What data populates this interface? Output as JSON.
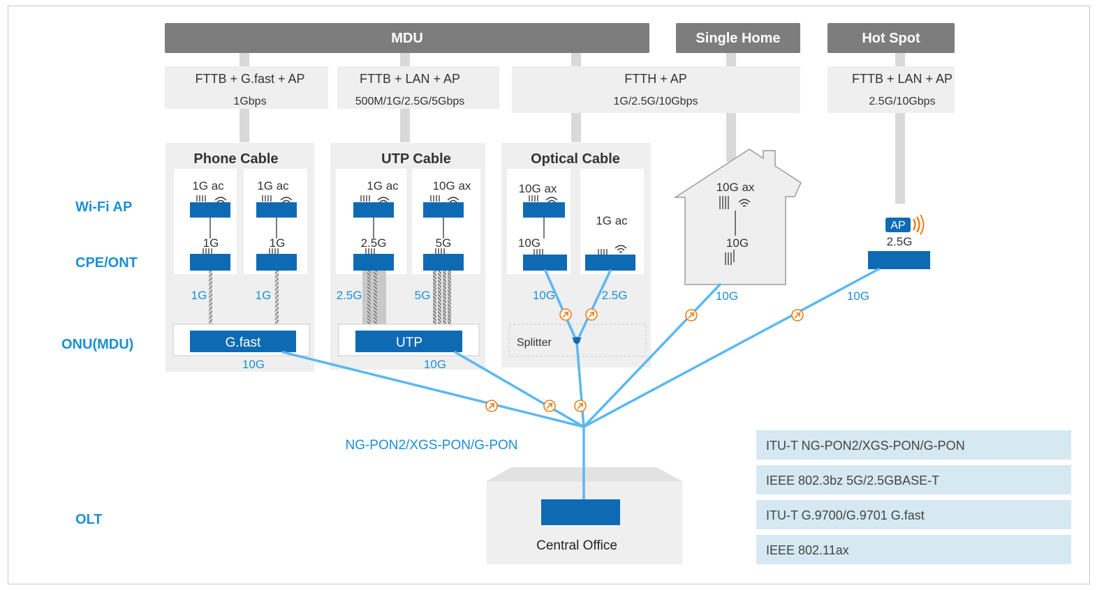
{
  "headers": {
    "mdu": "MDU",
    "single_home": "Single Home",
    "hot_spot": "Hot Spot"
  },
  "services": [
    {
      "name": "FTTB + G.fast + AP",
      "speed": "1Gbps"
    },
    {
      "name": "FTTB + LAN + AP",
      "speed": "500M/1G/2.5G/5Gbps"
    },
    {
      "name": "FTTH + AP",
      "speed": "1G/2.5G/10Gbps"
    },
    {
      "name": "FTTB + LAN + AP",
      "speed": "2.5G/10Gbps"
    }
  ],
  "row_labels": {
    "wifi_ap": "Wi-Fi AP",
    "cpe_ont": "CPE/ONT",
    "onu_mdu": "ONU(MDU)",
    "olt": "OLT"
  },
  "groups": {
    "phone": {
      "title": "Phone Cable",
      "ap_labels": [
        "1G ac",
        "1G ac"
      ],
      "cpe_labels": [
        "1G",
        "1G"
      ],
      "link_labels": [
        "1G",
        "1G"
      ],
      "onu_label": "G.fast",
      "uplink": "10G"
    },
    "utp": {
      "title": "UTP Cable",
      "ap_labels": [
        "1G ac",
        "10G ax"
      ],
      "cpe_labels": [
        "2.5G",
        "5G"
      ],
      "link_labels": [
        "2.5G",
        "5G"
      ],
      "onu_label": "UTP",
      "uplink": "10G"
    },
    "optical": {
      "title": "Optical Cable",
      "ap_labels": [
        "10G ax",
        "1G  ac"
      ],
      "cpe_labels": [
        "10G"
      ],
      "link_labels": [
        "10G",
        "2.5G"
      ],
      "splitter": "Splitter"
    },
    "home": {
      "ap_label": "10G ax",
      "cpe_label": "10G",
      "link_label": "10G"
    },
    "hotspot": {
      "ap_badge": "AP",
      "cpe_label": "2.5G",
      "link_label": "10G"
    }
  },
  "pon_label": "NG-PON2/XGS-PON/G-PON",
  "central_office": "Central Office",
  "standards": [
    "ITU-T NG-PON2/XGS-PON/G-PON",
    "IEEE 802.3bz 5G/2.5GBASE-T",
    "ITU-T G.9700/G.9701  G.fast",
    "IEEE 802.11ax"
  ],
  "colors": {
    "device_blue": "#0f6ab4",
    "fiber_blue": "#5bb8f0",
    "label_blue": "#1a8fd6",
    "orange": "#ee7d1a",
    "header_gray": "#7d7d7d",
    "panel_gray": "#efefef",
    "standard_bg": "#d6e9f2"
  }
}
